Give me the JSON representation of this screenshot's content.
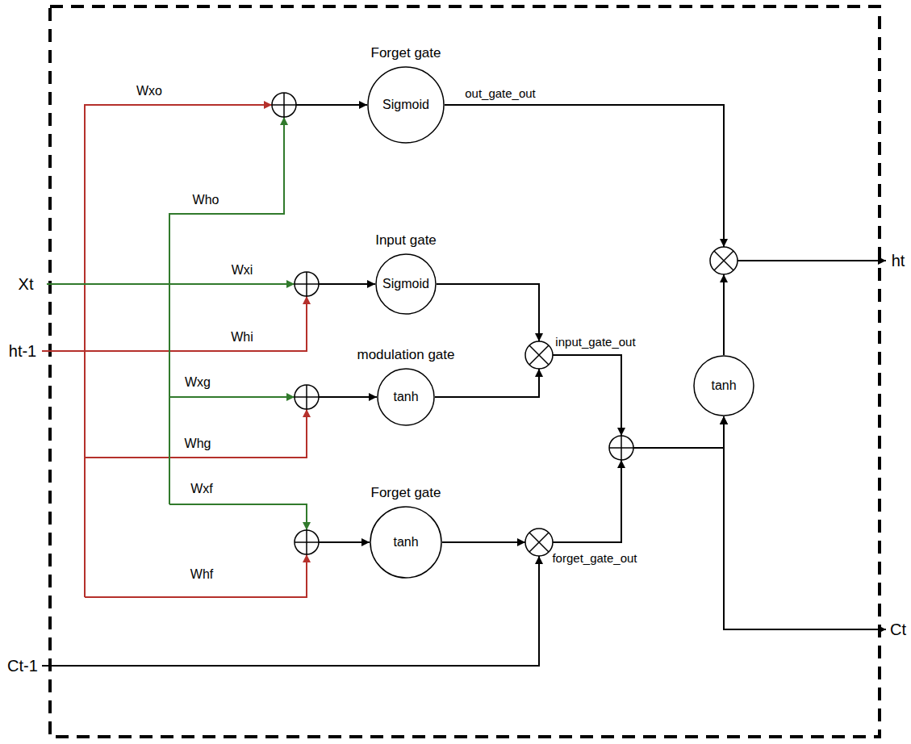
{
  "diagram": {
    "nodes": [
      {
        "text": [
          "Forget gate",
          "Sigmoid"
        ]
      },
      {
        "text": [
          "Input gate",
          "Sigmoid"
        ]
      },
      {
        "text": [
          "modulation gate",
          "tanh"
        ]
      },
      {
        "text": [
          "Forget gate",
          "tanh"
        ]
      },
      {
        "text": [
          "tanh"
        ]
      }
    ],
    "edges": [
      {
        "from": 1,
        "to": 4,
        "arrow": "to"
      },
      {
        "from": 2,
        "to": 4,
        "arrow": "to"
      },
      {
        "from": 3,
        "to": 4,
        "arrow": "to"
      }
    ],
    "labels": [
      "out_gate_out",
      "Wxo",
      "Who",
      "Wxi",
      "Whi",
      "input_gate_out",
      "Wxg",
      "Whg",
      "Wxf",
      "Whf",
      "forget_gate_out",
      "Xt",
      "ht-1",
      "Ct-1",
      "ht",
      "Ct"
    ]
  }
}
